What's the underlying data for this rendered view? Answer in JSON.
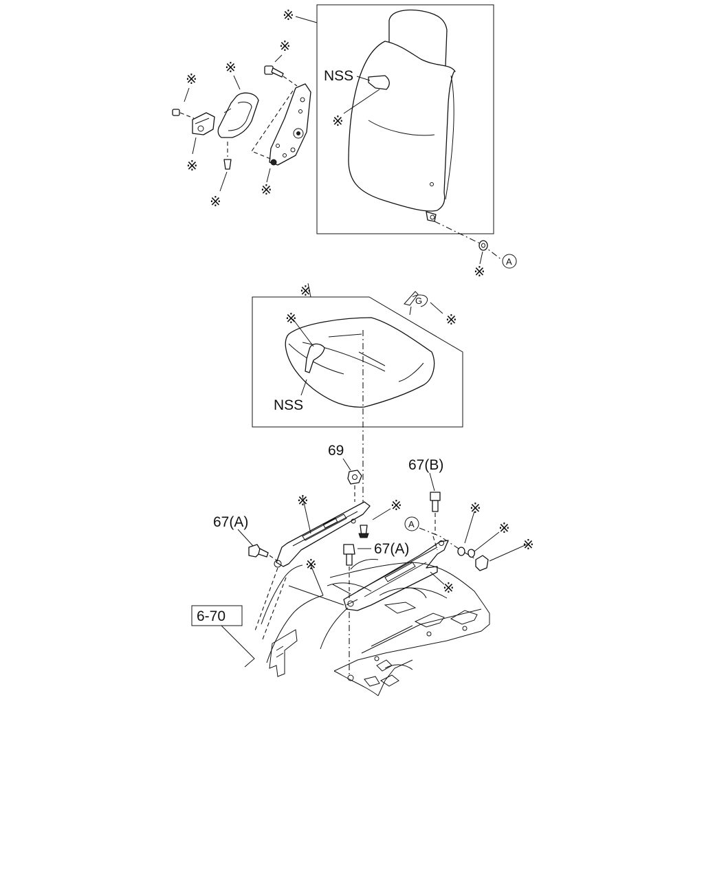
{
  "labels": {
    "nss_backrest": "NSS",
    "nss_cushion": "NSS",
    "part_69": "69",
    "part_67b": "67(B)",
    "part_67a_left": "67(A)",
    "part_67a_center": "67(A)",
    "ref_box": "6-70",
    "circle_ref_a_top": "A",
    "circle_ref_a_mid": "A",
    "asterisk": "※"
  },
  "colors": {
    "ink": "#111111",
    "background": "#ffffff"
  },
  "icons": {
    "front_direction": "front-arrow-icon"
  }
}
